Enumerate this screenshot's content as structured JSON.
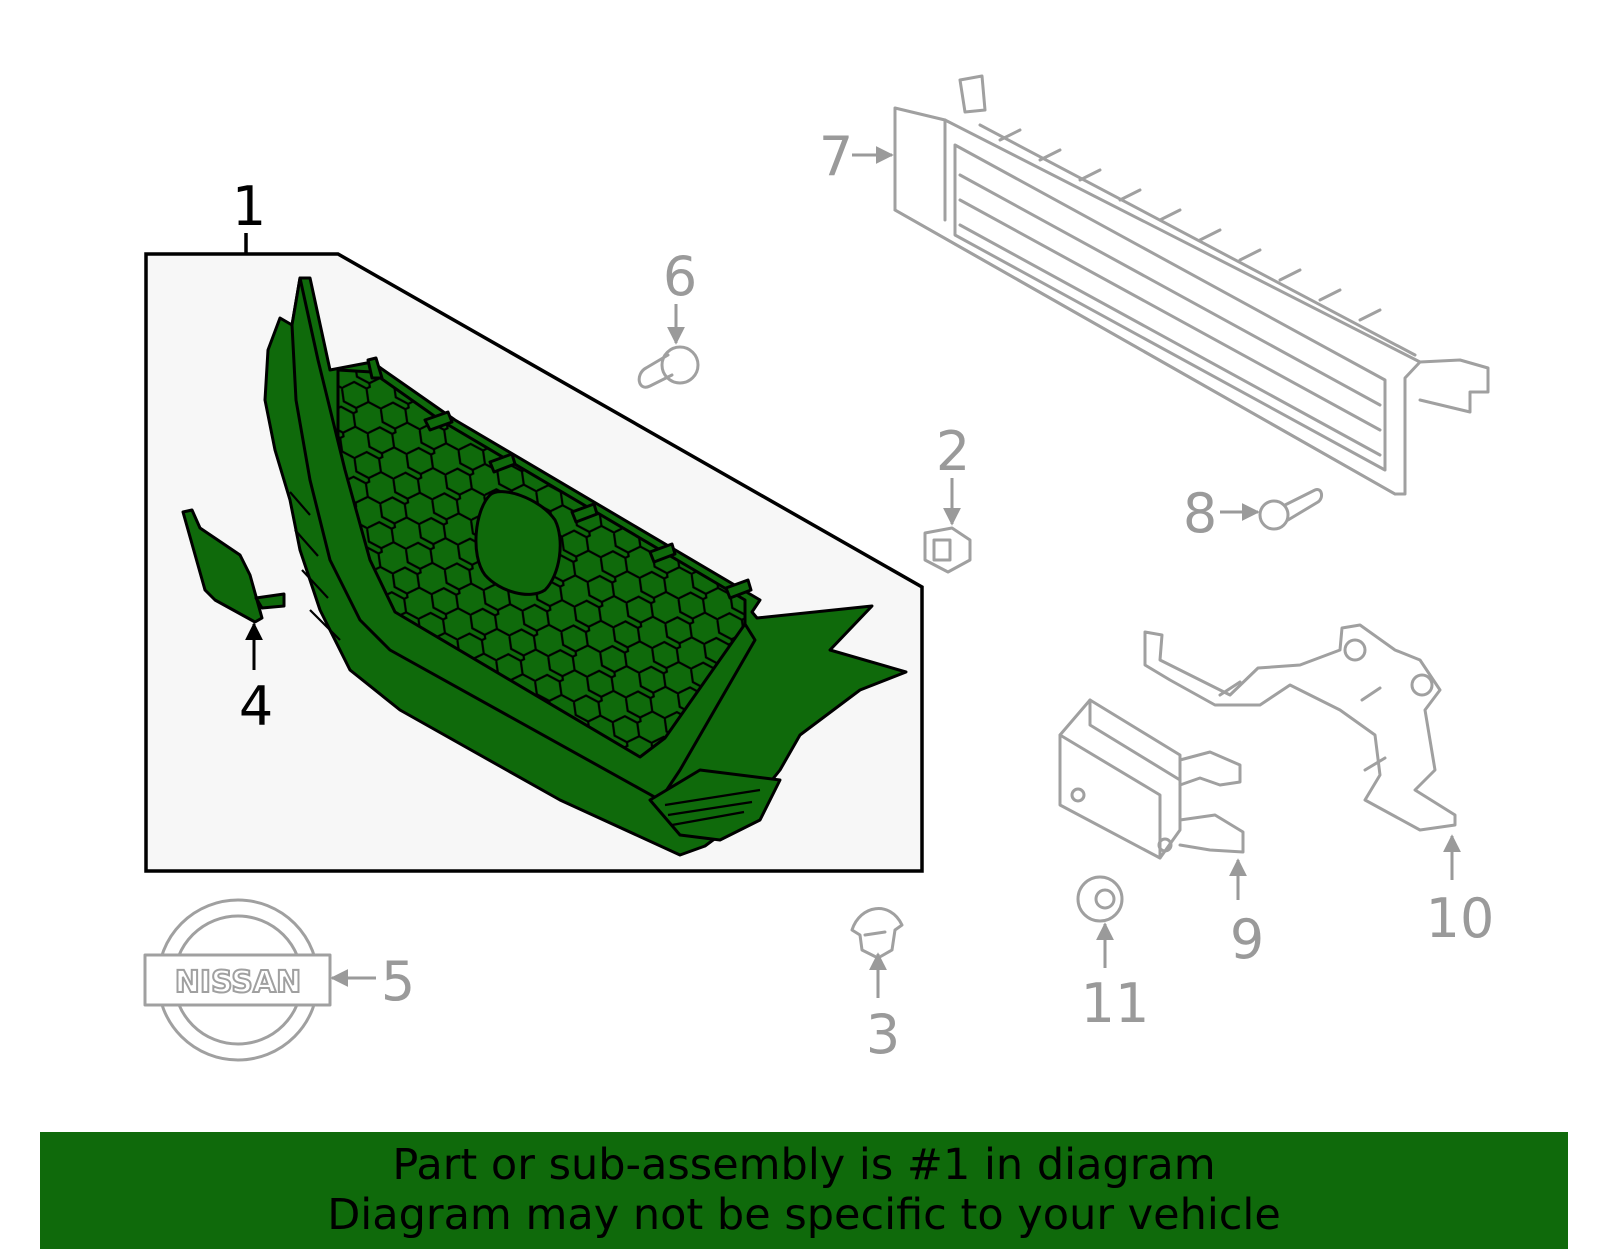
{
  "banner": {
    "line1": "Part or sub-assembly is #1 in diagram",
    "line2": "Diagram may not be specific to your vehicle"
  },
  "callouts": {
    "c1": "1",
    "c2": "2",
    "c3": "3",
    "c4": "4",
    "c5": "5",
    "c6": "6",
    "c7": "7",
    "c8": "8",
    "c9": "9",
    "c10": "10",
    "c11": "11"
  },
  "emblem": {
    "text": "NISSAN"
  },
  "colors": {
    "highlight_part": "#0f6a0b",
    "banner": "#0f6a0b",
    "other_parts": "#a0a0a0",
    "callout_box_fill": "#f7f7f7"
  },
  "highlighted_part": "1"
}
